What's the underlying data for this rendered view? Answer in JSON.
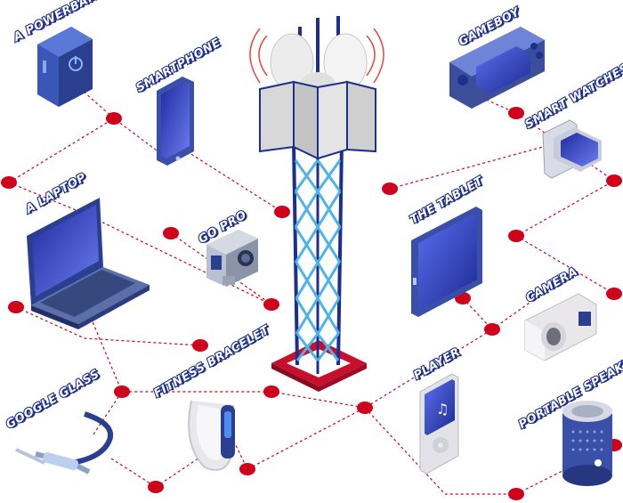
{
  "labels": {
    "powerbank": "A POWERBANK",
    "smartphone": "SMARTPHONE",
    "laptop": "A LAPTOP",
    "gopro": "GO PRO",
    "google_glass": "GOOGLE GLASS",
    "fitness_bracelet": "FITNESS BRACELET",
    "gameboy": "GAMEBOY",
    "smart_watches": "SMART WATCHES",
    "tablet": "THE TABLET",
    "camera": "CAMERA",
    "player": "PLAYER",
    "portable_speaker": "PORTABLE SPEAKER"
  },
  "colors": {
    "node": "#d0021b",
    "link": "#d0021b",
    "tower_frame": "#1c2f8c",
    "tower_lattice": "#4fb3e8",
    "base": "#c8102e",
    "device_dark": "#2a3f8f",
    "screen": "#3b4fd0"
  }
}
